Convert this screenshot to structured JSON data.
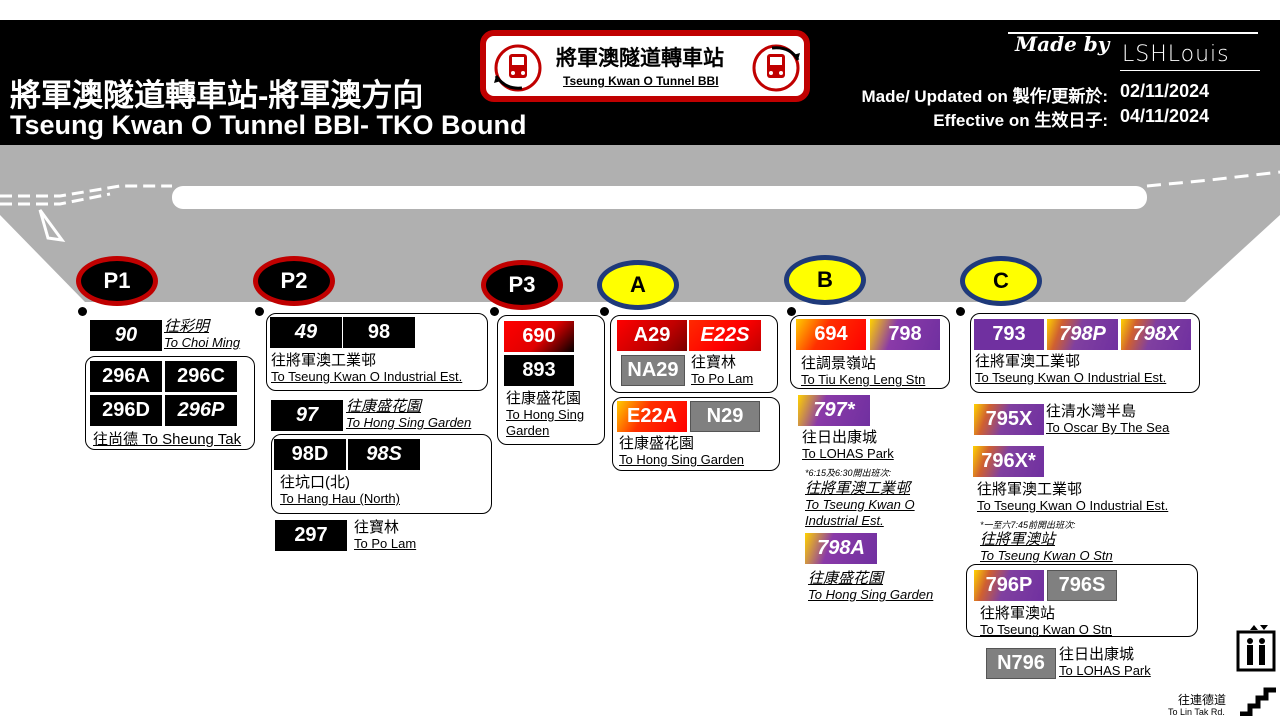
{
  "header": {
    "title_zh": "將軍澳隧道轉車站-將軍澳方向",
    "title_en": "Tseung Kwan O Tunnel BBI- TKO Bound",
    "logo_zh": "將軍澳隧道轉車站",
    "logo_en": "Tseung Kwan O Tunnel BBI",
    "made_by": "Made by",
    "author": "LSHLouis",
    "updated_label": "Made/ Updated on 製作/更新於:",
    "updated_value": "02/11/2024",
    "effective_label": "Effective on 生效日子:",
    "effective_value": "04/11/2024"
  },
  "bays": [
    {
      "id": "P1",
      "color": "#c00000"
    },
    {
      "id": "P2",
      "color": "#c00000"
    },
    {
      "id": "P3",
      "color": "#c00000"
    },
    {
      "id": "A",
      "color": "#1f3a7a"
    },
    {
      "id": "B",
      "color": "#1f3a7a"
    },
    {
      "id": "C",
      "color": "#1f3a7a"
    }
  ],
  "routes": {
    "p1_90": "90",
    "p1_dest1_zh": "往彩明",
    "p1_dest1_en": "To Choi Ming",
    "p1_296A": "296A",
    "p1_296C": "296C",
    "p1_296D": "296D",
    "p1_296P": "296P",
    "p1_dest2": "往尚德 To Sheung Tak",
    "p2_49": "49",
    "p2_98": "98",
    "p2_dest1_zh": "往將軍澳工業邨",
    "p2_dest1_en": "To Tseung Kwan O Industrial Est.",
    "p2_97": "97",
    "p2_dest2_zh": "往康盛花園",
    "p2_dest2_en": "To Hong Sing Garden",
    "p2_98D": "98D",
    "p2_98S": "98S",
    "p2_dest3_zh": "往坑口(北)",
    "p2_dest3_en": "To Hang Hau (North)",
    "p2_297": "297",
    "p2_dest4_zh": "往寶林",
    "p2_dest4_en": "To Po Lam",
    "p3_690": "690",
    "p3_893": "893",
    "p3_dest_zh": "往康盛花園",
    "p3_dest_en1": "To Hong Sing",
    "p3_dest_en2": "Garden",
    "a_A29": "A29",
    "a_E22S": "E22S",
    "a_NA29": "NA29",
    "a_dest1_zh": "往寶林",
    "a_dest1_en": "To Po Lam",
    "a_E22A": "E22A",
    "a_N29": "N29",
    "a_dest2_zh": "往康盛花園",
    "a_dest2_en": "To Hong Sing Garden",
    "b_694": "694",
    "b_798": "798",
    "b_dest1_zh": "往調景嶺站",
    "b_dest1_en": "To Tiu Keng Leng Stn",
    "b_797": "797*",
    "b_dest2_zh": "往日出康城",
    "b_dest2_en": "To LOHAS Park",
    "b_note": "*6:15及6:30開出班次:",
    "b_dest3_zh": "往將軍澳工業邨",
    "b_dest3_en1": "To Tseung Kwan O",
    "b_dest3_en2": "Industrial Est.",
    "b_798A": "798A",
    "b_dest4_zh": "往康盛花園",
    "b_dest4_en": "To Hong Sing Garden",
    "c_793": "793",
    "c_798P": "798P",
    "c_798X": "798X",
    "c_dest1_zh": "往將軍澳工業邨",
    "c_dest1_en": "To Tseung Kwan O Industrial Est.",
    "c_795X": "795X",
    "c_dest2_zh": "往清水灣半島",
    "c_dest2_en": "To Oscar By The Sea",
    "c_796X": "796X*",
    "c_dest3_zh": "往將軍澳工業邨",
    "c_dest3_en": "To Tseung Kwan O Industrial Est.",
    "c_note": "*一至六7:45前開出班次:",
    "c_dest4_zh": "往將軍澳站",
    "c_dest4_en": "To Tseung Kwan O Stn",
    "c_796P": "796P",
    "c_796S": "796S",
    "c_dest5_zh": "往將軍澳站",
    "c_dest5_en": "To Tseung Kwan O Stn",
    "c_N796": "N796",
    "c_dest6_zh": "往日出康城",
    "c_dest6_en": "To LOHAS Park"
  },
  "exit": {
    "zh": "往連德道",
    "en": "To Lin Tak Rd."
  },
  "icons": [
    "lift-icon",
    "stairs-icon",
    "bus-icon"
  ]
}
